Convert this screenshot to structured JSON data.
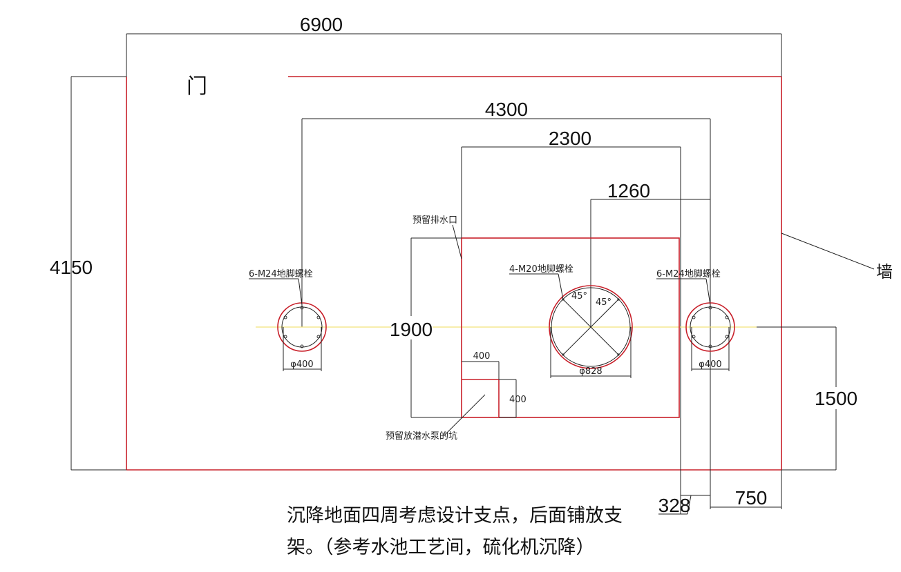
{
  "dimensions": {
    "overall_width": "6900",
    "overall_height": "4150",
    "bolt_span": "4300",
    "pit_width": "2300",
    "center_offset": "1260",
    "pit_height": "1900",
    "centerline_height": "1500",
    "offset_328": "328",
    "offset_750": "750",
    "small_pit_w": "400",
    "small_pit_h": "400",
    "dia_small_left": "φ400",
    "dia_large": "φ828",
    "dia_small_right": "φ400",
    "angle_1": "45°",
    "angle_2": "45°"
  },
  "labels": {
    "door": "门",
    "wall": "墙",
    "drain_outlet": "预留排水口",
    "pump_pit": "预留放潜水泵的坑",
    "bolts_left": "6-M24地脚螺栓",
    "bolts_center": "4-M20地脚螺栓",
    "bolts_right": "6-M24地脚螺栓"
  },
  "notes": {
    "line1": "沉降地面四周考虑设计支点，后面铺放支",
    "line2": "架。（参考水池工艺间，硫化机沉降）"
  },
  "colors": {
    "outline": "#c8202a",
    "centerline": "#f2e27a",
    "dimension": "#222222"
  }
}
